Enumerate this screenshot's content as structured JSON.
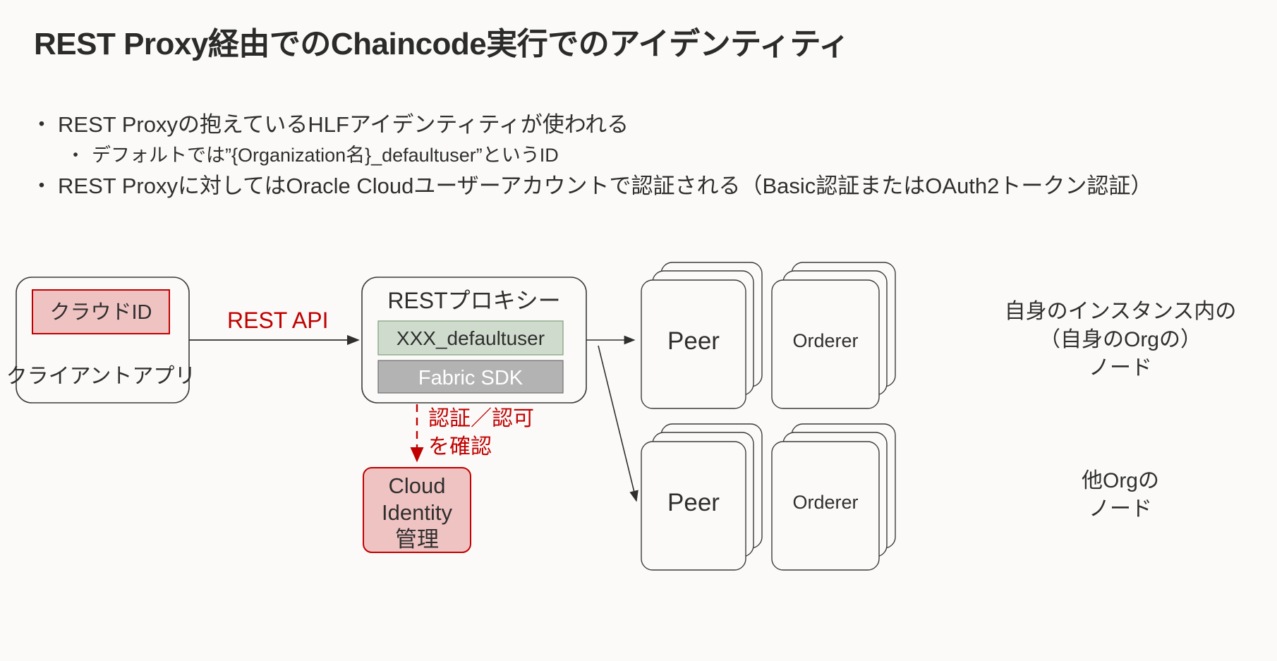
{
  "slide": {
    "title": "REST Proxy経由でのChaincode実行でのアイデンティティ",
    "background_color": "#fbfaf8",
    "text_color": "#2f2f2e",
    "accent_red": "#c00000"
  },
  "bullets": [
    {
      "level": 1,
      "marker": "•",
      "text": "REST Proxyの抱えているHLFアイデンティティが使われる"
    },
    {
      "level": 2,
      "marker": "•",
      "text": "デフォルトでは”{Organization名}_defaultuser”というID"
    },
    {
      "level": 1,
      "marker": "•",
      "text": "REST Proxyに対してはOracle Cloudユーザーアカウントで認証される（Basic認証またはOAuth2トークン認証）"
    }
  ],
  "diagram": {
    "client_box": {
      "id_chip": "クラウドID",
      "id_chip_fill": "#f0c3c3",
      "id_chip_border": "#c00000",
      "caption": "クライアントアプリ"
    },
    "rest_api_arrow": {
      "label": "REST API",
      "color": "#c00000"
    },
    "proxy_box": {
      "title": "RESTプロキシー",
      "identity_chip": "XXX_defaultuser",
      "identity_chip_fill": "#cfdccd",
      "sdk_chip": "Fabric SDK",
      "sdk_chip_fill": "#b3b3b3"
    },
    "auth_arrow": {
      "line1": "認証／認可",
      "line2": "を確認",
      "color": "#c00000",
      "style": "dashed"
    },
    "cloud_identity_box": {
      "line1": "Cloud",
      "line2": "Identity",
      "line3": "管理",
      "fill": "#f0c3c3",
      "border": "#c00000"
    },
    "node_groups": [
      {
        "peer_label": "Peer",
        "orderer_label": "Orderer",
        "side_note_lines": [
          "自身のインスタンス内の",
          "（自身のOrgの）",
          "ノード"
        ]
      },
      {
        "peer_label": "Peer",
        "orderer_label": "Orderer",
        "side_note_lines": [
          "他Orgの",
          "ノード"
        ]
      }
    ]
  }
}
